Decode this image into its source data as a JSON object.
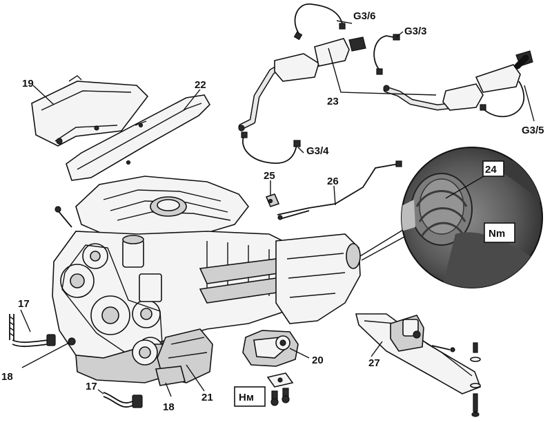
{
  "labels": {
    "l19": "19",
    "l22": "22",
    "lG36": "G3/6",
    "lG33": "G3/3",
    "l23": "23",
    "lG35": "G3/5",
    "lG34": "G3/4",
    "l24": "24",
    "l25": "25",
    "l26": "26",
    "lNm1": "Nm",
    "l17a": "17",
    "l18a": "18",
    "l20": "20",
    "l27": "27",
    "lNm2": "Нм",
    "l17b": "17",
    "l18b": "18",
    "l21": "21"
  },
  "colors": {
    "ink": "#111111",
    "paper": "#ffffff",
    "shade": "#cfcfcf",
    "photo": "#6b6b6b"
  }
}
